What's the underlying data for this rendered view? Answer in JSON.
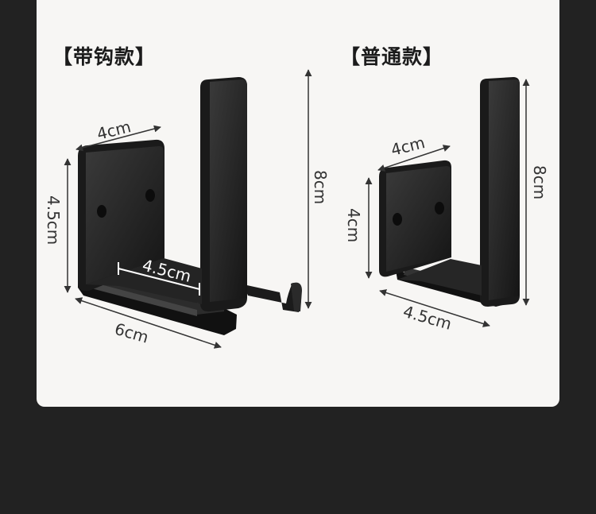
{
  "left_product": {
    "title": "【带钩款】",
    "dims": {
      "top_width": "4cm",
      "side_height": "4.5cm",
      "depth": "4.5cm",
      "bottom_width": "6cm",
      "total_height": "8cm"
    }
  },
  "right_product": {
    "title": "【普通款】",
    "dims": {
      "top_width": "4cm",
      "side_height": "4cm",
      "bottom_width": "4.5cm",
      "total_height": "8cm"
    }
  },
  "colors": {
    "background": "#222222",
    "card": "#f7f6f4",
    "product": "#1c1c1c"
  }
}
